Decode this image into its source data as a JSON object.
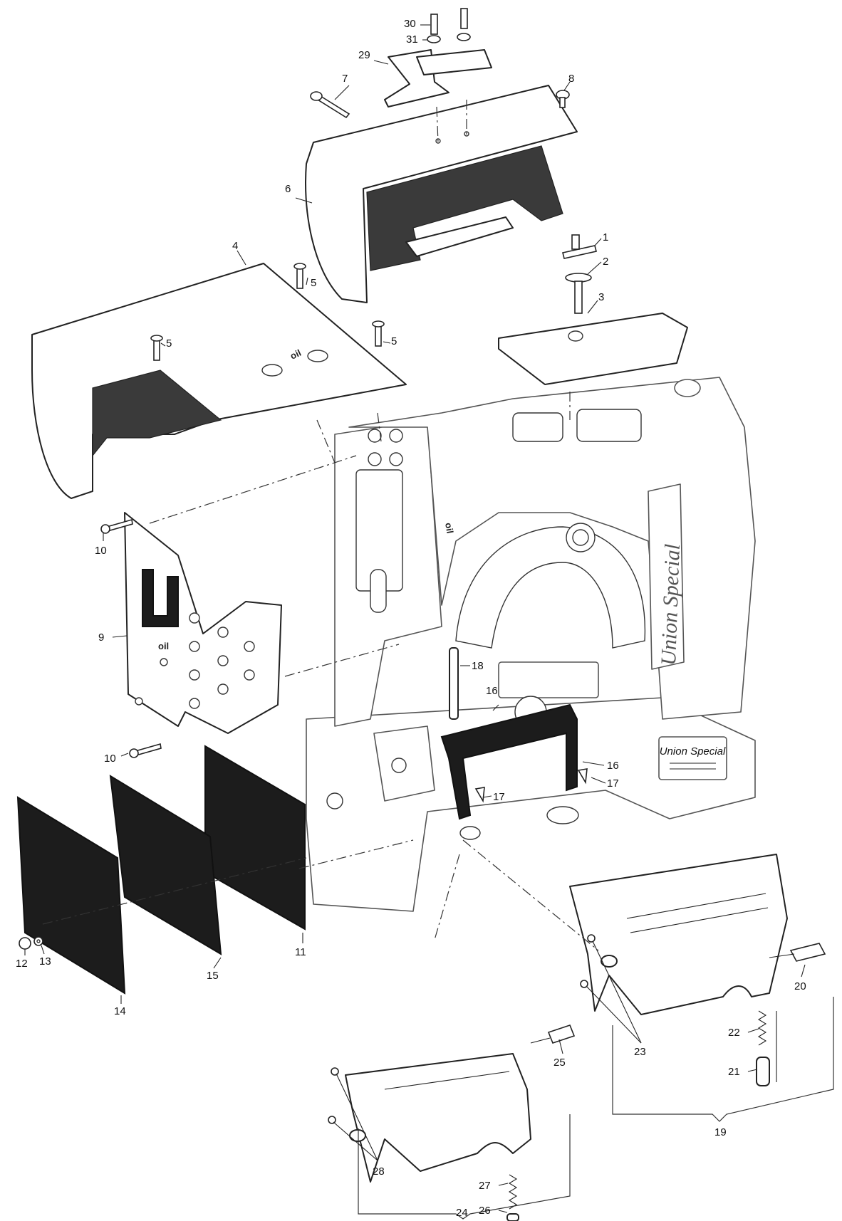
{
  "labels": {
    "p1": "1",
    "p2": "2",
    "p3": "3",
    "p4": "4",
    "p5a": "5",
    "p5b": "5",
    "p5c": "5",
    "p6": "6",
    "p7": "7",
    "p8": "8",
    "p9": "9",
    "p10a": "10",
    "p10b": "10",
    "p11": "11",
    "p12": "12",
    "p13": "13",
    "p14": "14",
    "p15": "15",
    "p16a": "16",
    "p16b": "16",
    "p17a": "17",
    "p17b": "17",
    "p18": "18",
    "p19": "19",
    "p20": "20",
    "p21": "21",
    "p22": "22",
    "p23": "23",
    "p24": "24",
    "p25": "25",
    "p26": "26",
    "p27": "27",
    "p28": "28",
    "p29": "29",
    "p30": "30",
    "p31": "31"
  },
  "markings": {
    "brand_arm": "Union Special",
    "brand_plate": "Union Special",
    "oil_mark": "oil"
  }
}
